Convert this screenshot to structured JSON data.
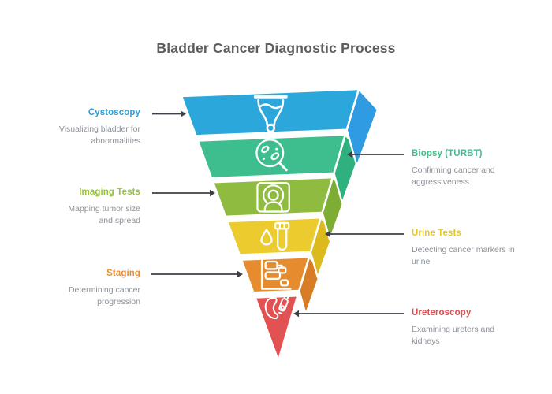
{
  "title": "Bladder Cancer Diagnostic Process",
  "text_colors": {
    "title": "#5b5e61",
    "description": "#8d9298",
    "arrow": "#3c4147"
  },
  "funnel": {
    "stages": [
      {
        "label": "Cystoscopy",
        "description": "Visualizing bladder for abnormalities",
        "side": "left",
        "label_color": "#2c9fd9",
        "face_color": "#2ba7dc",
        "fold_color": "#2f9be2",
        "icon": "cystoscopy-cup-icon"
      },
      {
        "label": "Biopsy (TURBT)",
        "description": "Confirming cancer and aggressiveness",
        "side": "right",
        "label_color": "#42bd8e",
        "face_color": "#3ebe8e",
        "fold_color": "#2fb07f",
        "icon": "biopsy-magnifier-icon"
      },
      {
        "label": "Imaging Tests",
        "description": "Mapping tumor size and spread",
        "side": "left",
        "label_color": "#97c33c",
        "face_color": "#8fbb40",
        "fold_color": "#7ead33",
        "icon": "ct-scanner-icon"
      },
      {
        "label": "Urine Tests",
        "description": "Detecting cancer markers in urine",
        "side": "right",
        "label_color": "#e8c81d",
        "face_color": "#ebcb2d",
        "fold_color": "#dcba1e",
        "icon": "urine-test-icon"
      },
      {
        "label": "Staging",
        "description": "Determining cancer progression",
        "side": "left",
        "label_color": "#ea8c30",
        "face_color": "#e78b2f",
        "fold_color": "#d87d26",
        "icon": "staging-chart-icon"
      },
      {
        "label": "Ureteroscopy",
        "description": "Examining ureters and kidneys",
        "side": "right",
        "label_color": "#e14b4b",
        "face_color": "#e25253",
        "fold_color": "#d64444",
        "icon": "kidney-scope-icon"
      }
    ]
  }
}
